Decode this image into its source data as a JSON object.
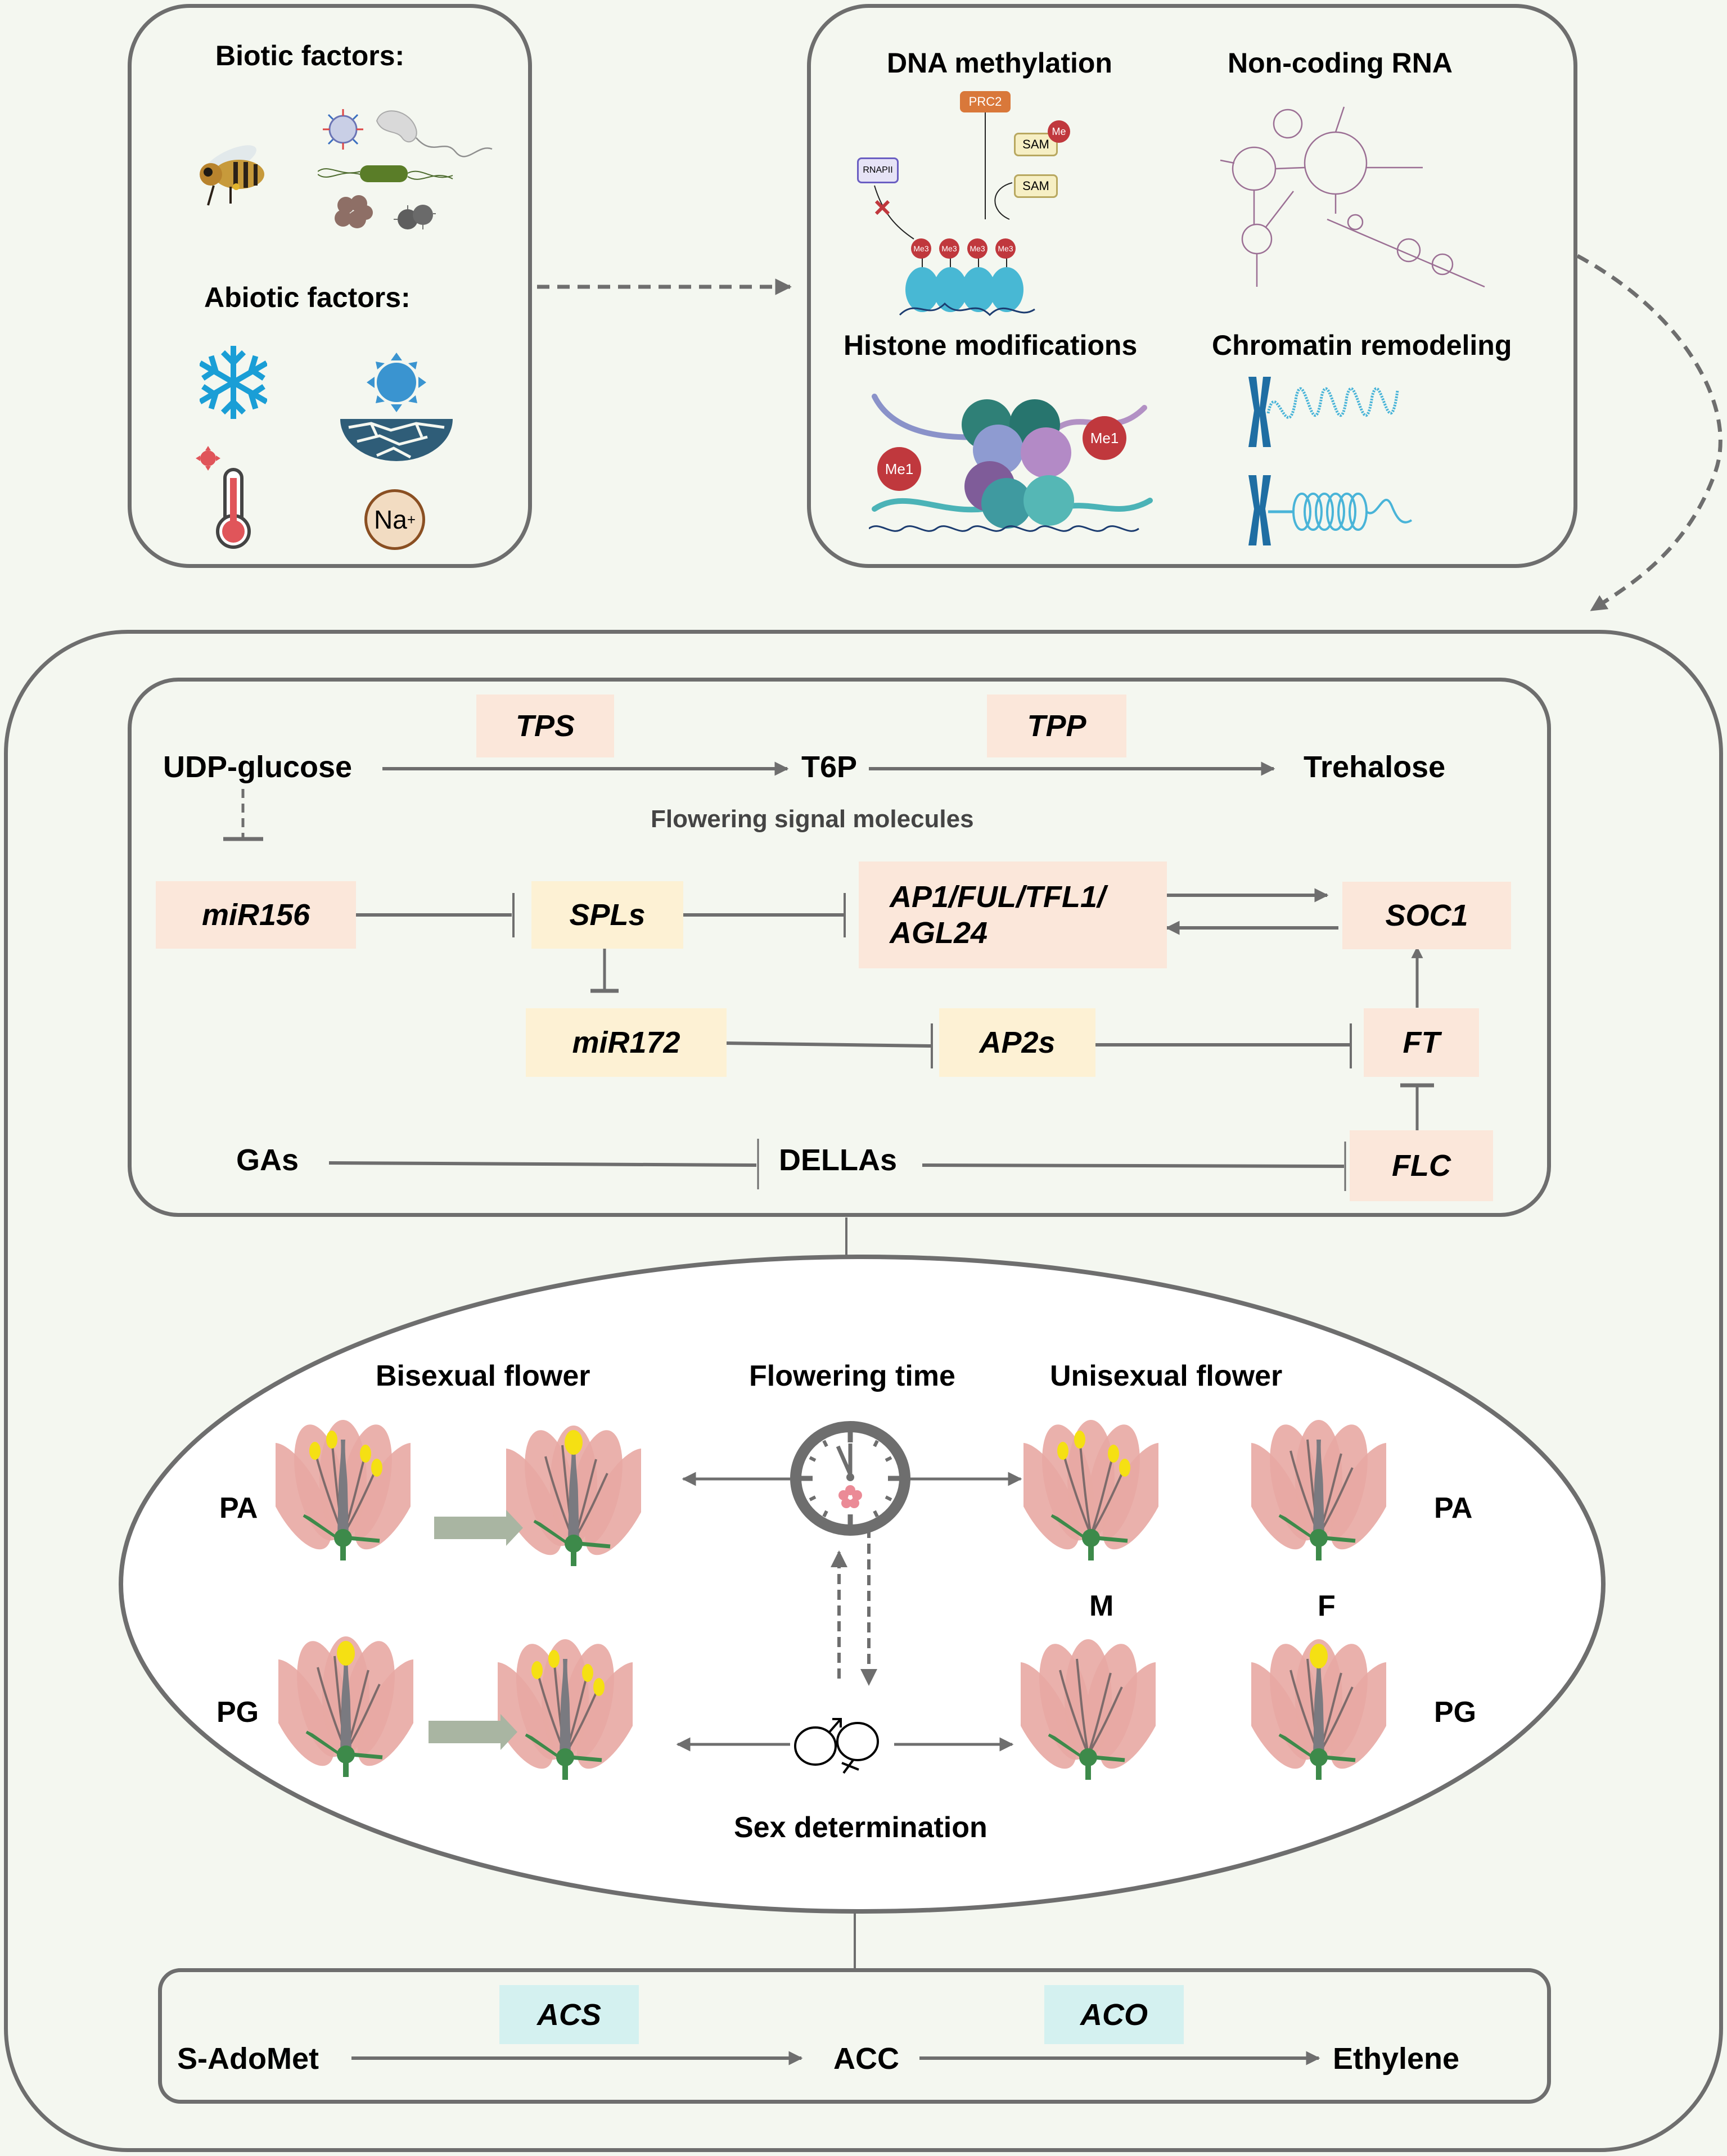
{
  "colors": {
    "background": "#f4f7f0",
    "border": "#6e6e6e",
    "line": "#6e6e6e",
    "gene_pink": "#fbe7da",
    "gene_yellow": "#fdf1d4",
    "enzyme_cyan": "#d4f1f0",
    "petal": "#e8a9a3",
    "anther": "#f5e013",
    "pistil": "#7a7a80",
    "sepal": "#3d8a4a",
    "arrow_block": "#a9b5a2"
  },
  "environment_panel": {
    "biotic_title": "Biotic factors:",
    "biotic_icons": [
      "bee-icon",
      "virus-icon",
      "bacillus-icon",
      "flagellated-bacterium-icon",
      "fungal-spore-cluster-icon",
      "diplococcus-icon"
    ],
    "abiotic_title": "Abiotic factors:",
    "abiotic_icons": [
      "snowflake-icon",
      "drought-sun-icon",
      "thermometer-heat-icon",
      "sodium-ion-icon"
    ],
    "sodium_label": "Na",
    "sodium_charge": "+"
  },
  "epigenetic_panel": {
    "dna_methylation": {
      "title": "DNA methylation",
      "prc2": "PRC2",
      "sam_top": "SAM",
      "sam_bottom": "SAM",
      "me": "Me",
      "rnapii": "RNAPII",
      "me3": [
        "Me3",
        "Me3",
        "Me3",
        "Me3"
      ]
    },
    "noncoding_rna": {
      "title": "Non-coding RNA"
    },
    "histone_modifications": {
      "title": "Histone modifications",
      "me1_left": "Me1",
      "me1_right": "Me1"
    },
    "chromatin_remodeling": {
      "title": "Chromatin remodeling"
    }
  },
  "signaling": {
    "udp_glucose": "UDP-glucose",
    "tps": "TPS",
    "t6p": "T6P",
    "tpp": "TPP",
    "trehalose": "Trehalose",
    "subtitle": "Flowering signal molecules",
    "mir156": "miR156",
    "spls": "SPLs",
    "ap1_line1": "AP1/FUL/TFL1/",
    "ap1_line2": "AGL24",
    "soc1": "SOC1",
    "mir172": "miR172",
    "ap2s": "AP2s",
    "ft": "FT",
    "gas": "GAs",
    "dellas": "DELLAs",
    "flc": "FLC"
  },
  "flower_panel": {
    "bisexual_title": "Bisexual flower",
    "flowering_time_title": "Flowering time",
    "unisexual_title": "Unisexual flower",
    "row_pa_left": "PA",
    "row_pg_left": "PG",
    "row_pa_right": "PA",
    "row_pg_right": "PG",
    "m_label": "M",
    "f_label": "F",
    "sex_determination": "Sex determination",
    "male_symbol": "♂",
    "female_symbol": "♀"
  },
  "ethylene": {
    "s_adomet": "S-AdoMet",
    "acs": "ACS",
    "acc": "ACC",
    "aco": "ACO",
    "ethylene": "Ethylene"
  }
}
